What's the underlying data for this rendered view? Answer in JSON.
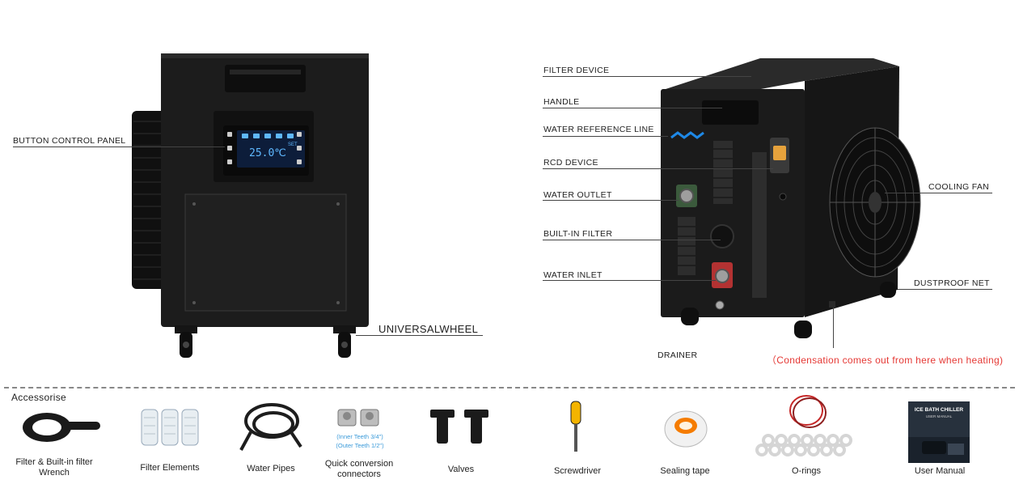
{
  "labels": {
    "button_panel": "BUTTON CONTROL PANEL",
    "universal_wheel": "UNIVERSALWHEEL",
    "filter_device": "FILTER DEVICE",
    "handle": "HANDLE",
    "water_reference_line": "WATER REFERENCE LINE",
    "rcd_device": "RCD DEVICE",
    "water_outlet": "WATER OUTLET",
    "built_in_filter": "BUILT-IN FILTER",
    "water_inlet": "WATER INLET",
    "cooling_fan": "COOLING FAN",
    "dustproof_net": "DUSTPROOF NET",
    "drainer": "DRAINER",
    "condensation": "（Condensation comes out from here when heating)"
  },
  "display": {
    "temperature": "25.0℃",
    "set_label": "SET"
  },
  "accessories": {
    "title": "Accessorise",
    "items": [
      {
        "name": "Filter & Built-in filter Wrench",
        "icon": "wrench-icon"
      },
      {
        "name": "Filter Elements",
        "icon": "filter-elements-icon"
      },
      {
        "name": "Water Pipes",
        "icon": "water-pipes-icon"
      },
      {
        "name": "Quick conversion connectors",
        "icon": "connectors-icon"
      },
      {
        "name": "Valves",
        "icon": "valves-icon"
      },
      {
        "name": "Screwdriver",
        "icon": "screwdriver-icon"
      },
      {
        "name": "Sealing tape",
        "icon": "sealing-tape-icon"
      },
      {
        "name": "O-rings",
        "icon": "o-rings-icon"
      },
      {
        "name": "User Manual",
        "icon": "user-manual-icon"
      }
    ],
    "connector_notes": [
      "(Inner Teeth 3/4\")",
      "(Outer Teeth 1/2\")"
    ],
    "manual_title": "ICE BATH CHILLER",
    "manual_sub": "USER MANUAL"
  },
  "colors": {
    "body": "#1c1c1c",
    "accent_blue": "#1e88e5",
    "warning_red": "#e53935",
    "note_blue": "#3a9ad9"
  }
}
